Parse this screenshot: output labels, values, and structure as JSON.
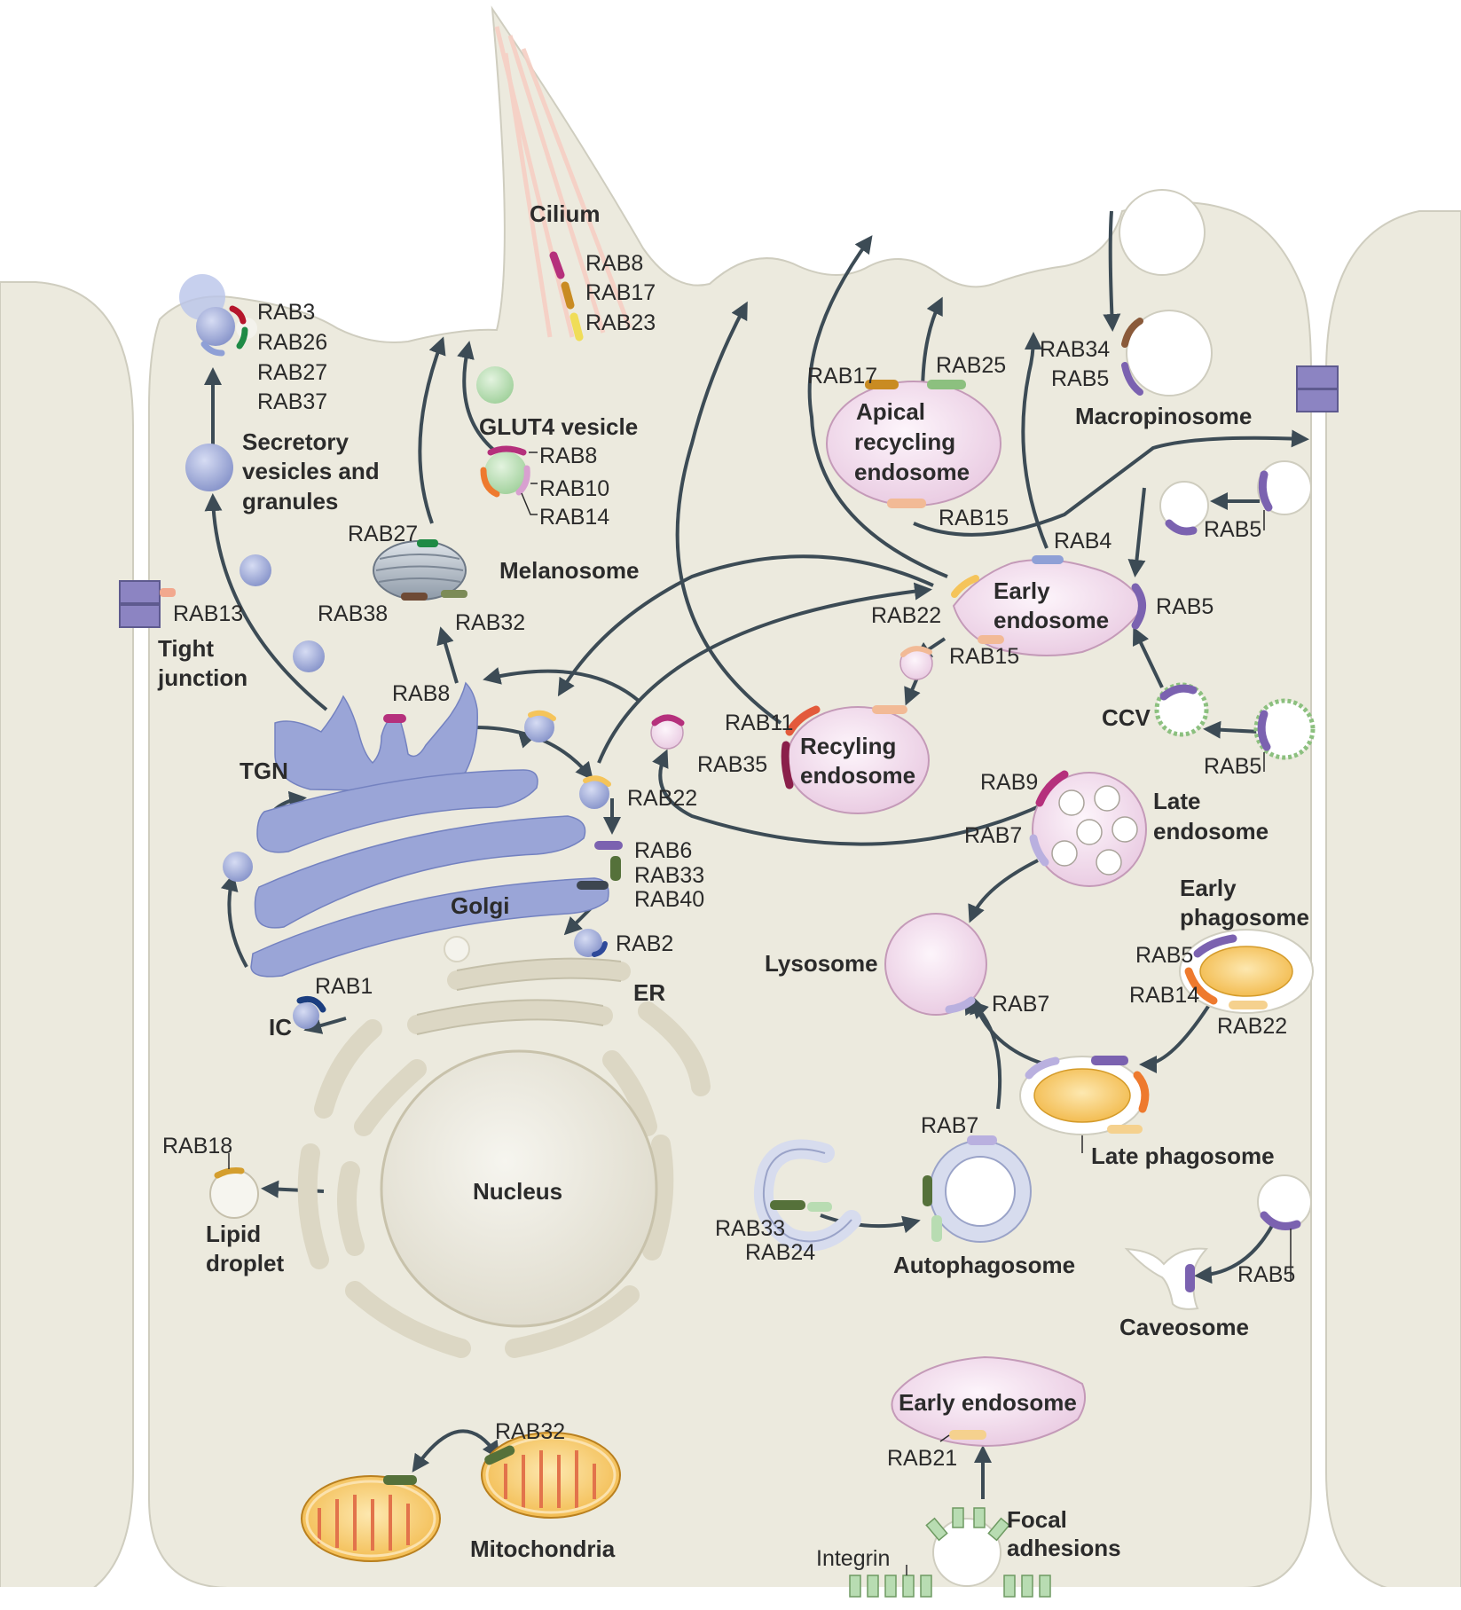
{
  "colors": {
    "cell_fill": "#eceade",
    "cell_edge": "#cfcdbf",
    "arrow": "#3c4b55",
    "blue_vesicle": "#9aa7d6",
    "golgi": "#8f9bd0",
    "pink_organelle": "#f0d8ea",
    "phagosome_core": "#f6c244",
    "mitochondria": "#f3b257"
  },
  "labels": {
    "cilium": "Cilium",
    "secretory": [
      "Secretory",
      "vesicles and",
      "granules"
    ],
    "glut4": "GLUT4 vesicle",
    "melanosome": "Melanosome",
    "tight_junction": [
      "Tight",
      "junction"
    ],
    "tgn": "TGN",
    "golgi": "Golgi",
    "er": "ER",
    "ic": "IC",
    "nucleus": "Nucleus",
    "lipid_droplet": [
      "Lipid",
      "droplet"
    ],
    "mitochondria": "Mitochondria",
    "apical_recycling": [
      "Apical",
      "recycling",
      "endosome"
    ],
    "macropinosome": "Macropinosome",
    "early_endosome": [
      "Early",
      "endosome"
    ],
    "ccv": "CCV",
    "recycling_endosome": [
      "Recyling",
      "endosome"
    ],
    "late_endosome": [
      "Late",
      "endosome"
    ],
    "early_phagosome": [
      "Early",
      "phagosome"
    ],
    "lysosome": "Lysosome",
    "late_phagosome": "Late phagosome",
    "autophagosome": "Autophagosome",
    "caveosome": "Caveosome",
    "early_endosome_2": "Early endosome",
    "focal_adhesions": [
      "Focal",
      "adhesions"
    ],
    "integrin": "Integrin"
  },
  "rabs": {
    "cilium": [
      "RAB8",
      "RAB17",
      "RAB23"
    ],
    "secretory": [
      "RAB3",
      "RAB26",
      "RAB27",
      "RAB37"
    ],
    "glut4": [
      "RAB8",
      "RAB10",
      "RAB14"
    ],
    "melanosome_top": "RAB27",
    "melanosome_left": "RAB38",
    "melanosome_right": "RAB32",
    "tight_junction": "RAB13",
    "tgn": "RAB8",
    "golgi_exit": "RAB22",
    "golgi_side": [
      "RAB6",
      "RAB33",
      "RAB40"
    ],
    "copi": "RAB2",
    "ic": "RAB1",
    "lipid": "RAB18",
    "mito": "RAB32",
    "apical_left": "RAB17",
    "apical_right": "RAB25",
    "apical_bottom": "RAB15",
    "macro": [
      "RAB34",
      "RAB5"
    ],
    "endo_top": "RAB4",
    "endo_right": "RAB5",
    "endo_left": "RAB22",
    "endo_bottom": "RAB15",
    "plasma_rab5": "RAB5",
    "ccv_rab5": "RAB5",
    "recycling": [
      "RAB11",
      "RAB35"
    ],
    "late_endo": [
      "RAB9",
      "RAB7"
    ],
    "lysosome": "RAB7",
    "early_phago": [
      "RAB5",
      "RAB14",
      "RAB22"
    ],
    "autophago_top": "RAB7",
    "autophago_left": [
      "RAB33",
      "RAB24"
    ],
    "caveo": "RAB5",
    "focal": "RAB21"
  }
}
